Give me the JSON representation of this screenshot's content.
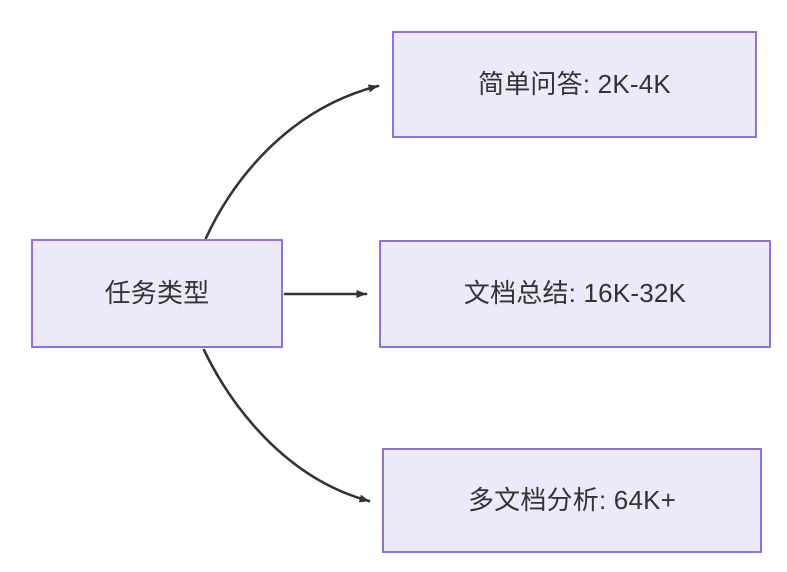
{
  "diagram": {
    "type": "flowchart",
    "direction": "left-to-right",
    "background_color": "#ffffff",
    "node_fill_color": "#ece9fb",
    "node_border_color": "#9370db",
    "node_text_color": "#333333",
    "edge_color": "#333333",
    "source": {
      "id": "task-type",
      "label": "任务类型"
    },
    "targets": [
      {
        "id": "simple-qa",
        "label": "简单问答: 2K-4K",
        "task": "简单问答",
        "context_range": "2K-4K"
      },
      {
        "id": "doc-summary",
        "label": "文档总结: 16K-32K",
        "task": "文档总结",
        "context_range": "16K-32K"
      },
      {
        "id": "multi-doc",
        "label": "多文档分析: 64K+",
        "task": "多文档分析",
        "context_range": "64K+"
      }
    ],
    "edges": [
      {
        "id": "edge-to-simple-qa",
        "from": "任务类型",
        "to": "简单问答: 2K-4K",
        "style": "curved-arrow"
      },
      {
        "id": "edge-to-doc-summary",
        "from": "任务类型",
        "to": "文档总结: 16K-32K",
        "style": "straight-arrow"
      },
      {
        "id": "edge-to-multi-doc",
        "from": "任务类型",
        "to": "多文档分析: 64K+",
        "style": "curved-arrow"
      }
    ]
  }
}
